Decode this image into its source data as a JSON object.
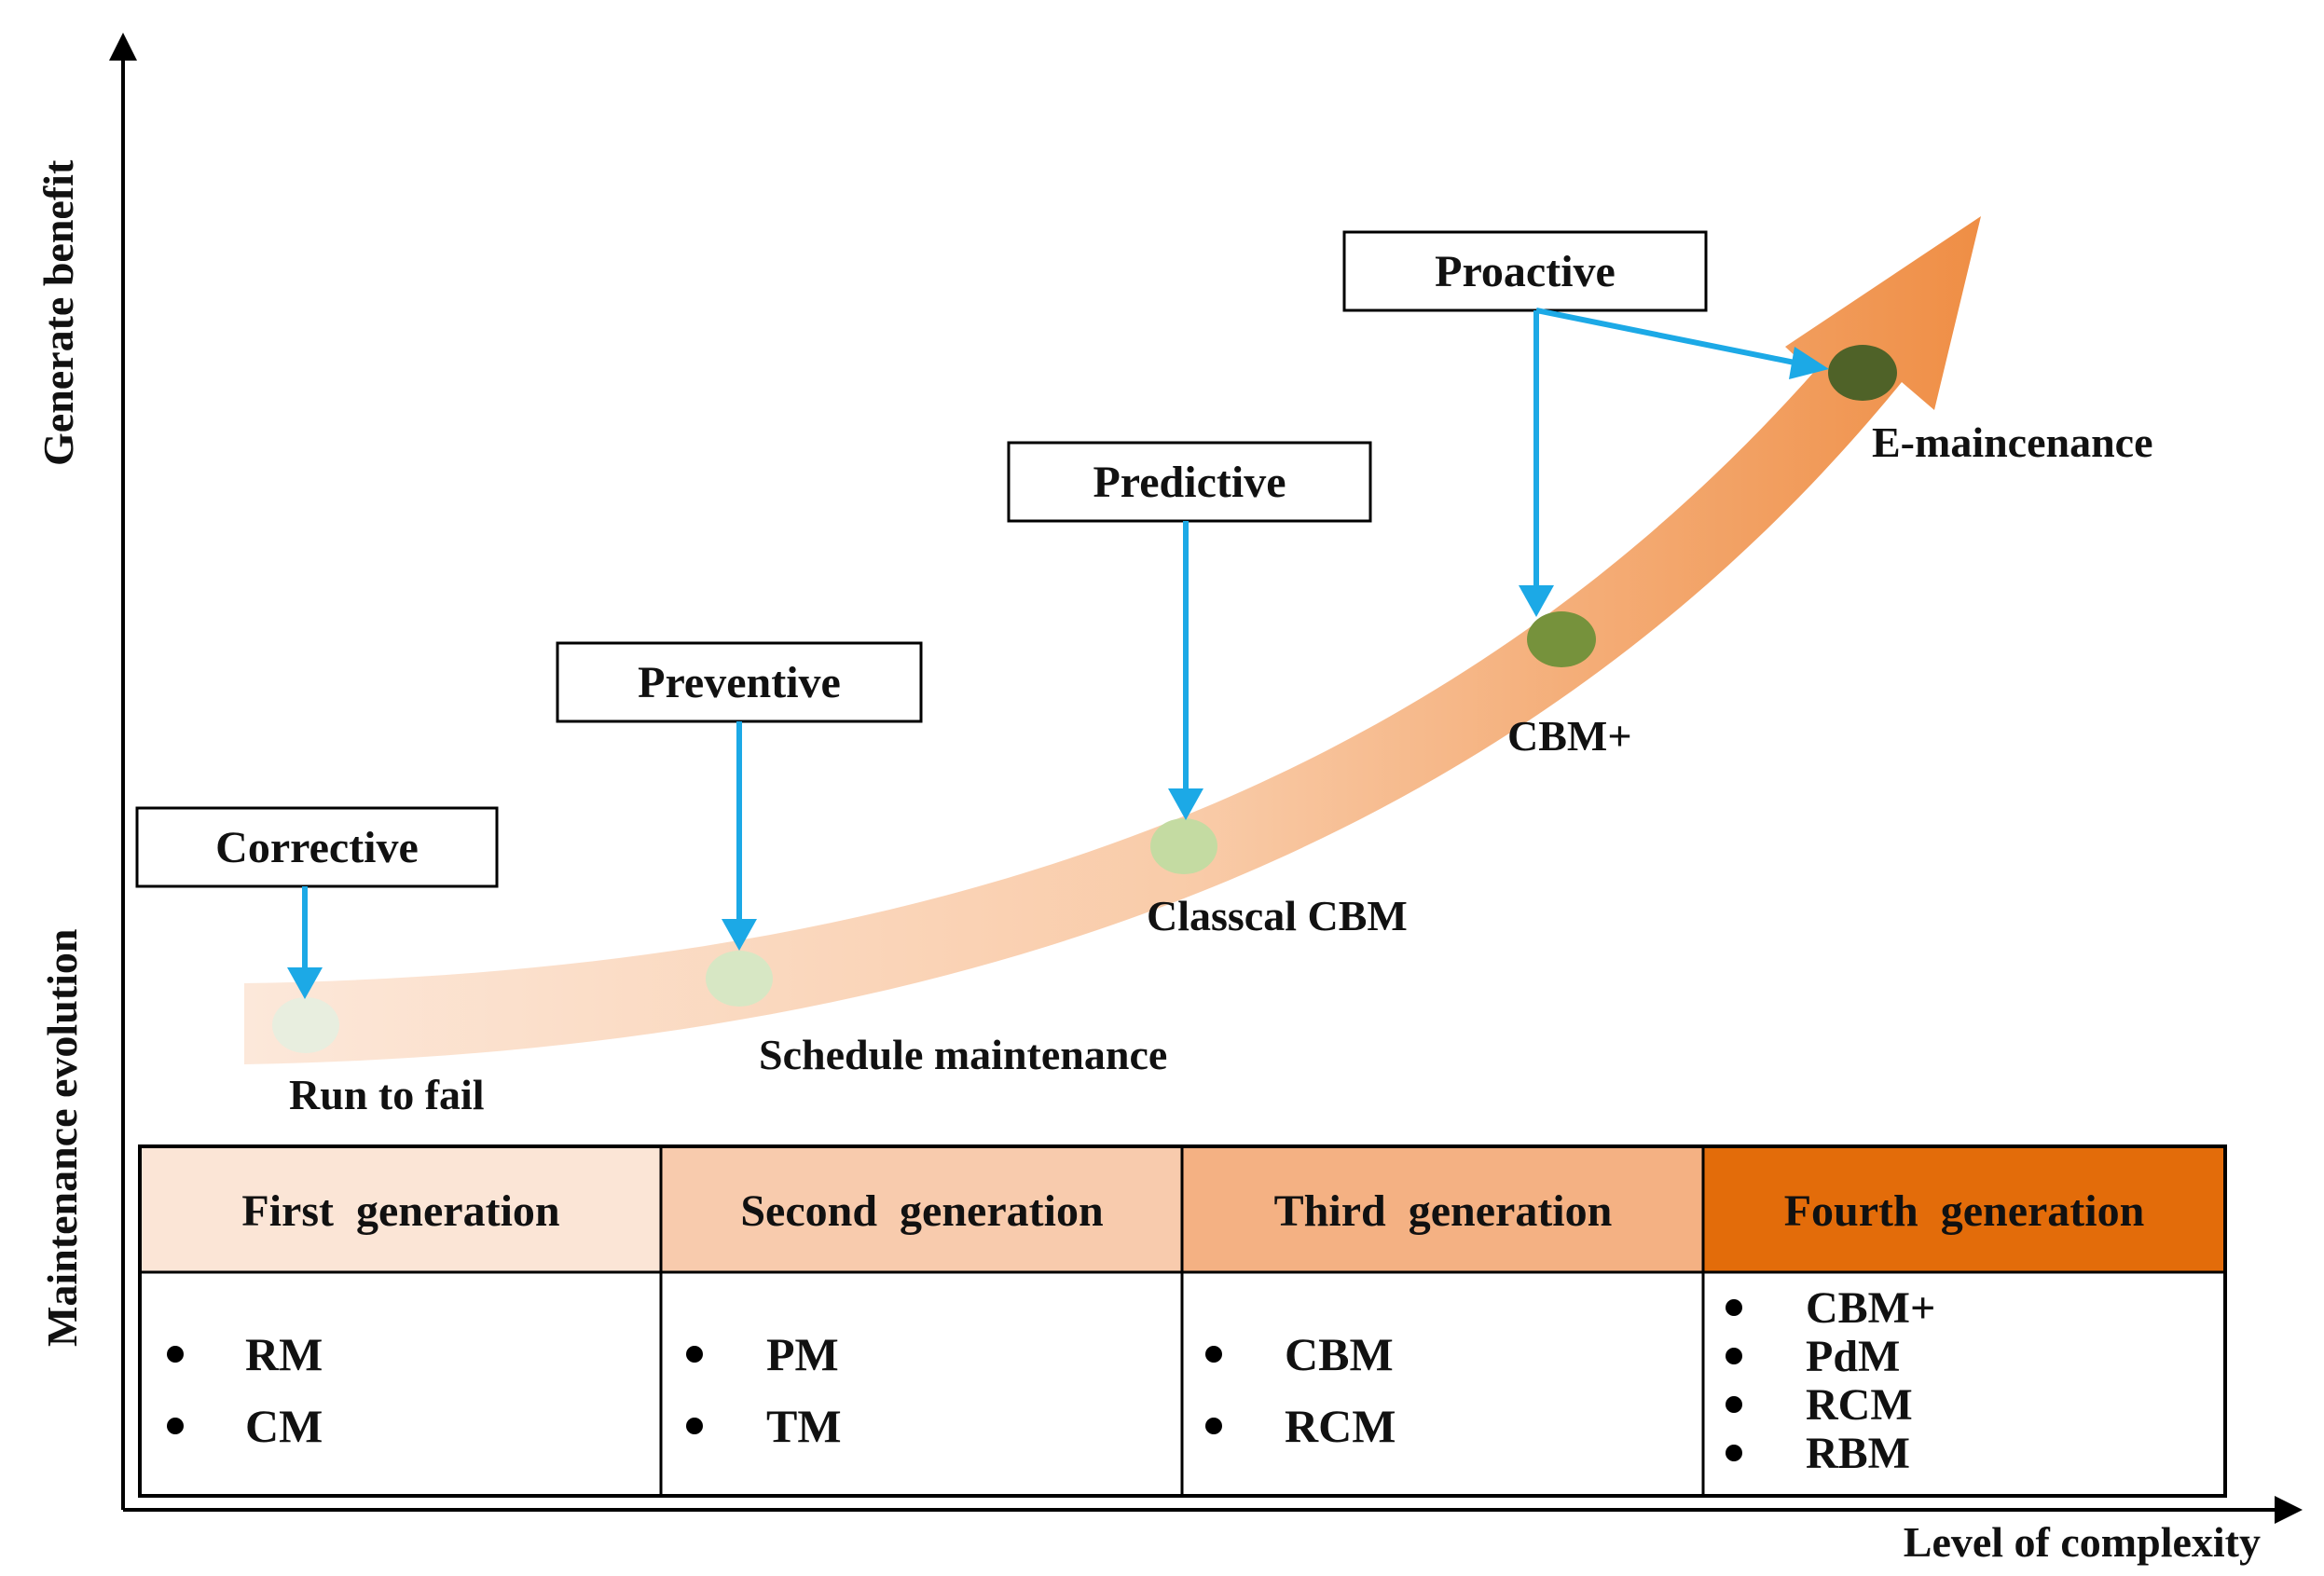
{
  "axes": {
    "y_label_top": "Generate benefit",
    "y_label_bottom": "Maintenance evolution",
    "x_label": "Level of complexity"
  },
  "stages": [
    {
      "box": "Corrective",
      "node": "Run to fail",
      "node_color": "#e8eedf"
    },
    {
      "box": "Preventive",
      "node": "Schedule maintenance",
      "node_color": "#d7e7c4"
    },
    {
      "box": "Predictive",
      "node": "Classcal CBM",
      "node_color": "#c4dba2"
    },
    {
      "box": "Proactive",
      "node": "CBM+",
      "node_color": "#76923c"
    },
    {
      "box": "",
      "node": "E-maincenance",
      "node_color": "#4f6228"
    }
  ],
  "generations": [
    {
      "title": "First  generation",
      "items": [
        "RM",
        "CM"
      ],
      "color": "#fbe5d6"
    },
    {
      "title": "Second  generation",
      "items": [
        "PM",
        "TM"
      ],
      "color": "#f8cbad"
    },
    {
      "title": "Third  generation",
      "items": [
        "CBM",
        "RCM"
      ],
      "color": "#f4b183"
    },
    {
      "title": "Fourth  generation",
      "items": [
        "CBM+",
        "PdM",
        "RCM",
        "RBM"
      ],
      "color": "#e36c0a"
    }
  ],
  "colors": {
    "arrow_start": "#fbe0cc",
    "arrow_end": "#f0914a",
    "pointer": "#1ca9e6",
    "axis": "#000000"
  }
}
